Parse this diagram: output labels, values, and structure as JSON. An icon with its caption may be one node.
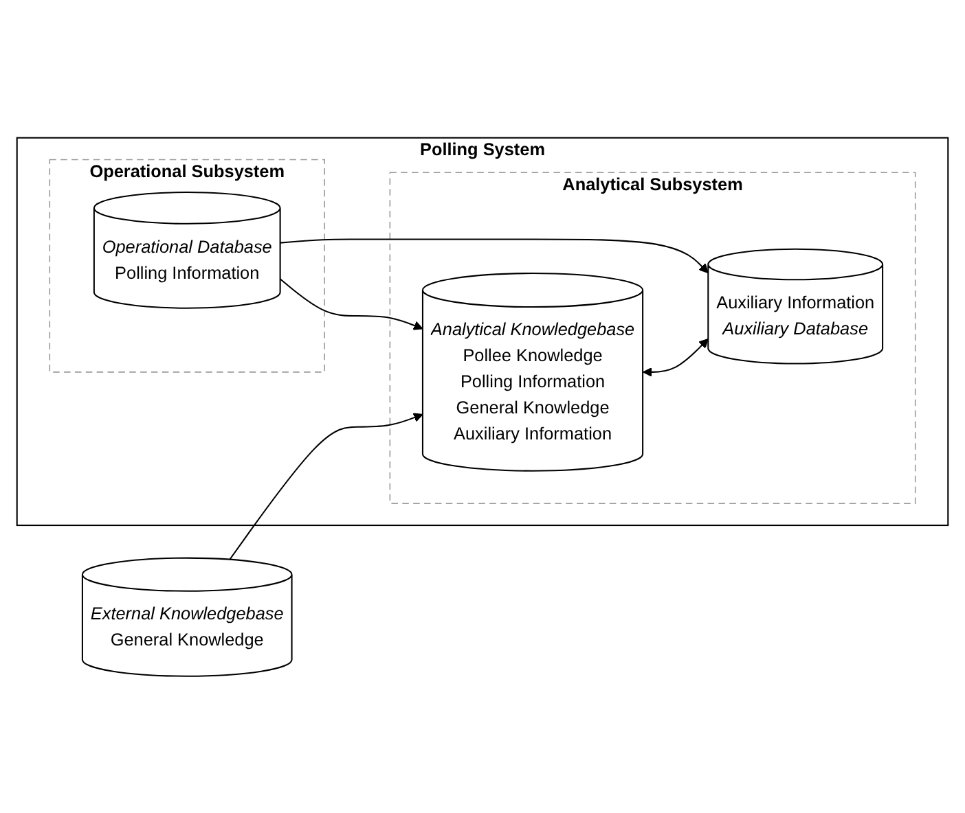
{
  "diagram": {
    "nodes": [
      {
        "text": [
          "Polling System"
        ]
      },
      {
        "text": [
          "Operational Subsystem"
        ],
        "in": 0
      },
      {
        "text": [
          "Analytical Subsystem"
        ],
        "in": 0
      },
      {
        "text": [
          "Operational Database",
          "Polling Information"
        ],
        "in": 1
      },
      {
        "text": [
          "Analytical Knowledgebase",
          "Pollee Knowledge",
          "Polling Information",
          "General Knowledge",
          "Auxiliary Information"
        ],
        "in": 2
      },
      {
        "text": [
          "Auxiliary Information",
          "Auxiliary Database"
        ],
        "in": 2
      },
      {
        "text": [
          "External Knowledgebase",
          "General Knowledge"
        ]
      }
    ],
    "edges": [
      {
        "from": 3,
        "to": 4,
        "arrow": "to"
      },
      {
        "from": 3,
        "to": 5,
        "arrow": "to"
      },
      {
        "from": 6,
        "to": 4,
        "arrow": "to"
      },
      {
        "from": 4,
        "to": 5,
        "arrow": "both"
      }
    ]
  }
}
